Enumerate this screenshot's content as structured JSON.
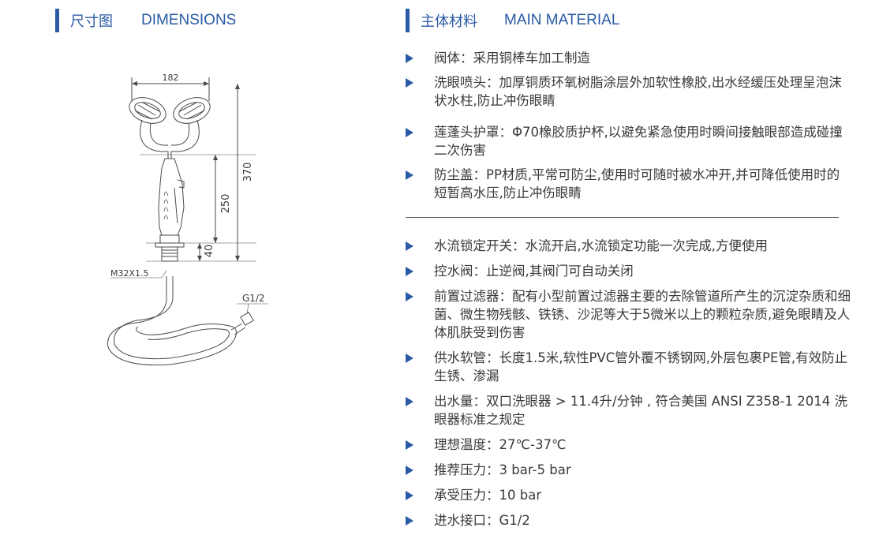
{
  "left": {
    "title_cn": "尺寸图",
    "title_en": "DIMENSIONS"
  },
  "right": {
    "title_cn": "主体材料",
    "title_en": "MAIN MATERIAL"
  },
  "drawing": {
    "width_label": "182",
    "height_total_label": "370",
    "height_mid_label": "250",
    "height_base_label": "40",
    "thread_label": "M32X1.5",
    "inlet_label": "G1/2"
  },
  "materials": [
    "阀体：采用铜棒车加工制造",
    "洗眼喷头：加厚铜质环氧树脂涂层外加软性橡胶,出水经缓压处理呈泡沫状水柱,防止冲伤眼睛",
    "莲蓬头护罩：Φ70橡胶质护杯,以避免紧急使用时瞬间接触眼部造成碰撞二次伤害",
    "防尘盖：PP材质,平常可防尘,使用时可随时被水冲开,并可降低使用时的短暂高水压,防止冲伤眼睛"
  ],
  "features": [
    "水流锁定开关：水流开启,水流锁定功能一次完成,方便使用",
    "控水阀：止逆阀,其阀门可自动关闭",
    "前置过滤器：配有小型前置过滤器主要的去除管道所产生的沉淀杂质和细菌、微生物残骸、铁锈、沙泥等大于5微米以上的颗粒杂质,避免眼睛及人体肌肤受到伤害",
    "供水软管：长度1.5米,软性PVC管外覆不锈钢网,外层包裹PE管,有效防止生锈、渗漏",
    "出水量：双口洗眼器 > 11.4升/分钟 , 符合美国 ANSI Z358-1 2014 洗眼器标准之规定",
    "理想温度：27℃-37℃",
    "推荐压力：3 bar-5 bar",
    "承受压力：10 bar",
    "进水接口：G1/2"
  ],
  "colors": {
    "accent": "#2a5aa5",
    "text": "#3a3a3a",
    "line": "#555555"
  }
}
